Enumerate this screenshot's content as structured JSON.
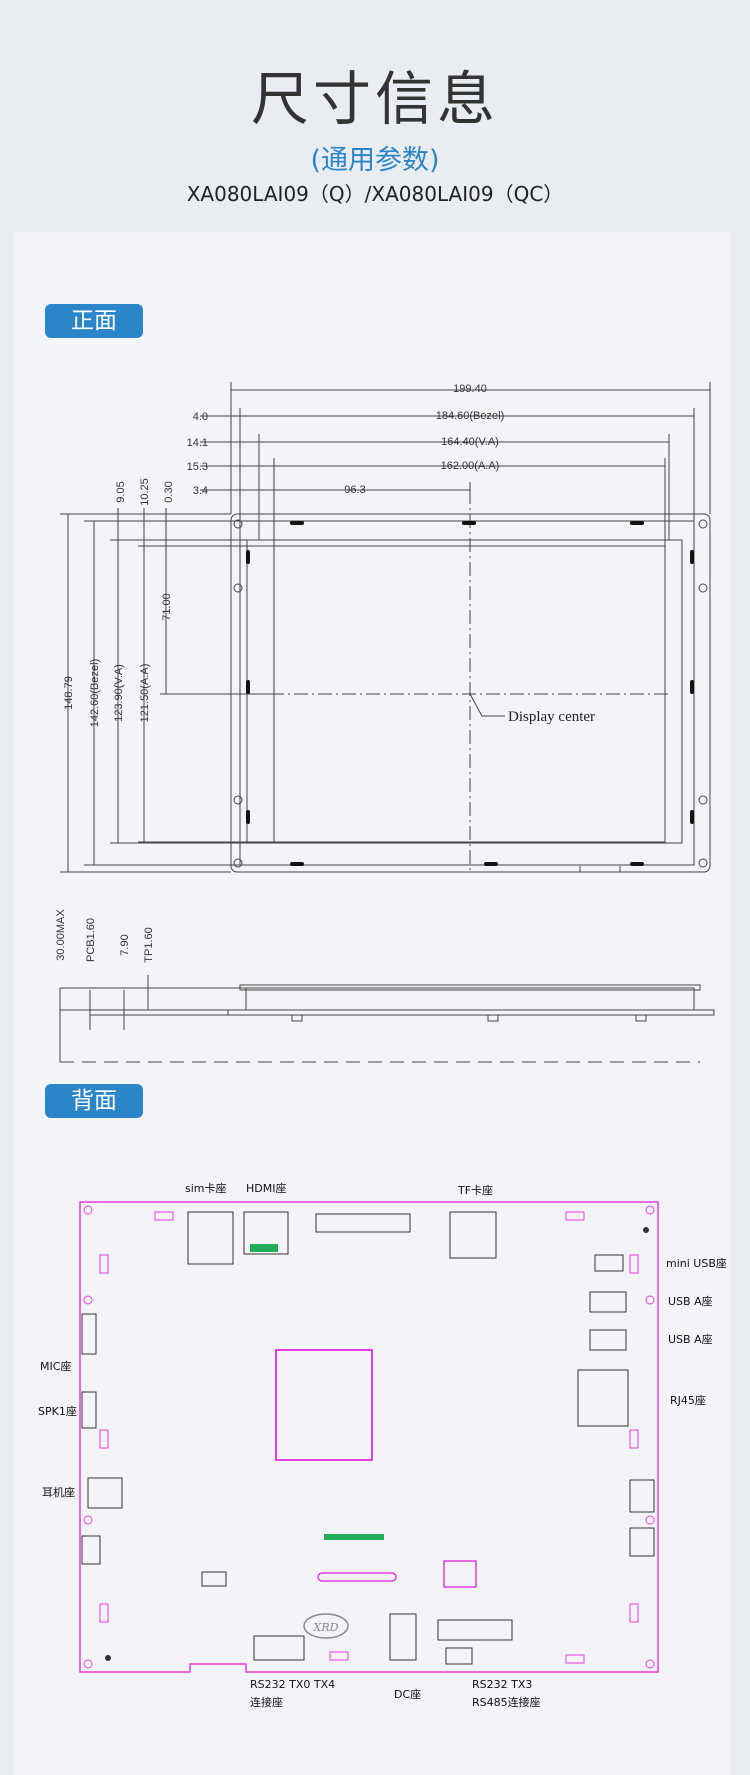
{
  "header": {
    "title": "尺寸信息",
    "subtitle": "(通用参数)",
    "model": "XA080LAI09（Q）/XA080LAI09（QC）"
  },
  "front": {
    "badge": "正面",
    "dims_horizontal": {
      "overall": "199.40",
      "bezel": "184.60(Bezel)",
      "va": "164.40(V.A)",
      "aa": "162.00(A.A)",
      "center": "96.3",
      "offset_bezel": "4.0",
      "offset_va": "14.1",
      "offset_aa": "15.3",
      "offset_hole": "3.4"
    },
    "dims_vertical": {
      "overall": "148.79",
      "bezel": "142.60(Bezel)",
      "va": "123.90(V.A)",
      "aa": "121.50(A.A)",
      "center": "71.00",
      "top_bezel": "9.05",
      "top_va": "10.25",
      "top_aa": "0.30"
    },
    "display_center_label": "Display center"
  },
  "side": {
    "dims": {
      "max": "30.00MAX",
      "pcb": "PCB1.60",
      "gap": "7.90",
      "tp": "TP1.60"
    }
  },
  "back": {
    "badge": "背面",
    "labels": {
      "sim": "sim卡座",
      "hdmi": "HDMI座",
      "tf": "TF卡座",
      "mini_usb": "mini USB座",
      "usb_a1": "USB A座",
      "usb_a2": "USB A座",
      "rj45": "RJ45座",
      "mic": "MIC座",
      "spk": "SPK1座",
      "earphone": "耳机座",
      "rs232_line1": "RS232 TX0 TX4",
      "rs232_line2": "连接座",
      "dc": "DC座",
      "rs485_line1": "RS232 TX3",
      "rs485_line2": "RS485连接座",
      "logo": "XRD"
    }
  },
  "colors": {
    "accent": "#2a86c8",
    "pcb_outline": "#e83ce0",
    "line": "#333333"
  }
}
